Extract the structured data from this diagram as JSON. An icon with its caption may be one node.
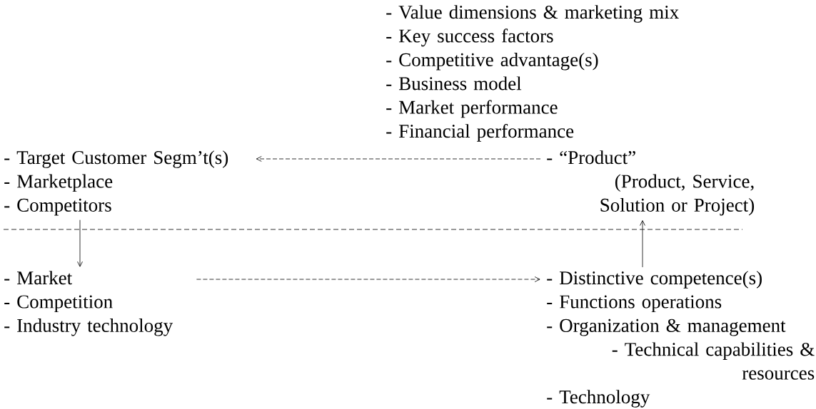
{
  "diagram": {
    "nodes": [
      {
        "text": [
          "- Value dimensions & marketing mix",
          "- Key success factors",
          "- Competitive advantage(s)",
          "- Business model",
          "- Market performance",
          "- Financial performance"
        ]
      },
      {
        "text": [
          "- Target Customer Segm’t(s)",
          "- Marketplace",
          "- Competitors"
        ]
      },
      {
        "text": [
          "- “Product”",
          "(Product, Service, Solution or Project)"
        ]
      },
      {
        "text": [
          "- Market",
          "- Competition",
          "- Industry technology"
        ]
      },
      {
        "text": [
          "- Distinctive competence(s)",
          "- Functions operations",
          "- Organization & management",
          "- Technical capabilities & resources",
          "- Technology"
        ]
      }
    ],
    "edges": [
      {
        "from": 2,
        "to": 1,
        "arrow": "to",
        "style": "dashed"
      },
      {
        "from": 1,
        "to": 3,
        "arrow": "to"
      },
      {
        "from": 3,
        "to": 4,
        "arrow": "to",
        "style": "dashed"
      },
      {
        "from": 4,
        "to": 2,
        "arrow": "to"
      }
    ]
  }
}
